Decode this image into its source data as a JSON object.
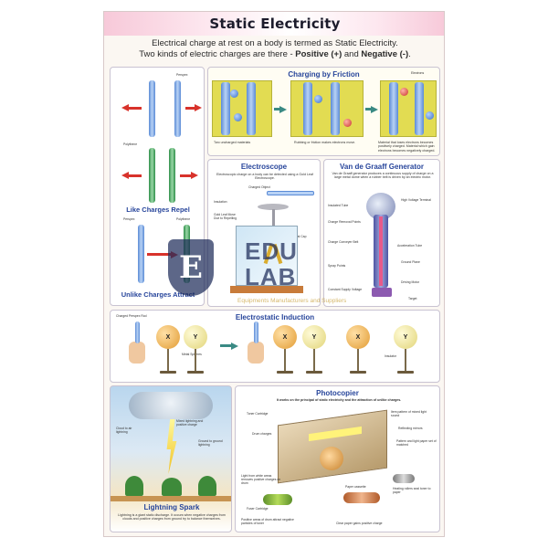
{
  "poster": {
    "title": "Static Electricity",
    "intro_line1": "Electrical charge at rest on a body is termed as Static Electricity.",
    "intro_line2_pre": "Two kinds of electric charges are there - ",
    "intro_positive": "Positive (+)",
    "intro_and": " and ",
    "intro_negative": "Negative (-)",
    "intro_end": "."
  },
  "like_charges": {
    "label_perspex": "Perspex",
    "label_polythene": "Polythene",
    "caption": "Like Charges Repel"
  },
  "unlike_charges": {
    "label_perspex": "Perspex",
    "label_polythene": "Polythene",
    "caption": "Unlike Charges Attract"
  },
  "friction": {
    "title": "Charging by Friction",
    "label_electrons": "Electrons",
    "caption1": "Two uncharged materials",
    "caption2": "Rubbing or friction makes electrons move.",
    "caption3": "Material that loses electrons becomes positively charged. Material which gain electrons becomes negatively charged."
  },
  "electroscope": {
    "title": "Electroscope",
    "description": "Electroscopic charge on a body can be detected using a Gold Leaf Electroscope.",
    "label_charged_object": "Charged Object",
    "label_insulation": "Insulation",
    "label_gold_leaf": "Gold Leaf Move Due to Repelling",
    "label_metal_cap": "Metal Cap"
  },
  "van_de_graaff": {
    "title": "Van de Graaff Generator",
    "description": "Van de Graaff generator produces a continuous supply of charge on a large metal dome when a rubber belt is driven by an electric motor.",
    "label_high_voltage": "High Voltage Terminal",
    "label_insulated_tube": "Insulated Tube",
    "label_charge_points": "Charge Removal Points",
    "label_charge_connects": "Charge Conveyer Belt",
    "label_acceleration": "Acceleration Tube",
    "label_spray_points": "Spray Points",
    "label_ground_plane": "Ground Plane",
    "label_driving_motor": "Driving Motor",
    "label_constant_supply": "Constant Supply Voltage",
    "label_target": "Target"
  },
  "induction": {
    "title": "Electrostatic Induction",
    "label_perspex_rod": "Charged Perspex Rod",
    "label_metal_spheres": "Metal Spheres",
    "label_insulator": "Insulator",
    "sphere_x": "X",
    "sphere_y": "Y"
  },
  "lightning": {
    "title": "Lightning Spark",
    "caption": "Lightning is a giant static discharge. It occurs when negative charges from clouds and positive charges from ground try to balance themselves.",
    "label_cloud_charge": "Mixed lightning and positive charge",
    "label_ground": "Ground to ground lightning",
    "label_cloud_flash": "Cloud to air lightning"
  },
  "photocopier": {
    "title": "Photocopier",
    "intro": "It works on the principal of static electricity and the attraction of unlike charges.",
    "label_toner": "Toner Cartridge",
    "label_drum": "Drum charges",
    "label_item": "Item pattern of mixed light sound",
    "label_reflecting": "Reflecting mirrors",
    "label_pattern_paper": "Pattern and light paper set of matched",
    "label_fuser": "Fuser Cartridge",
    "label_light": "Light from white areas removes positive charges on drum",
    "label_paper": "Paper cassette",
    "label_heating": "Heating rollers seal toner to paper",
    "label_positive_areas": "Positive areas of drum attract negative particles of toner",
    "label_clear_paper": "Clear paper gains positive charge"
  },
  "watermark": {
    "line1": "EDU",
    "line2": "LAB",
    "subtitle": "Equipments Manufacturers and Suppliers"
  },
  "colors": {
    "title_blue": "#27459b",
    "positive_red": "#d8322b",
    "rod_blue": "#5b8bd6",
    "rod_green": "#2f8f4a",
    "friction_yellow": "#e2dc52"
  }
}
